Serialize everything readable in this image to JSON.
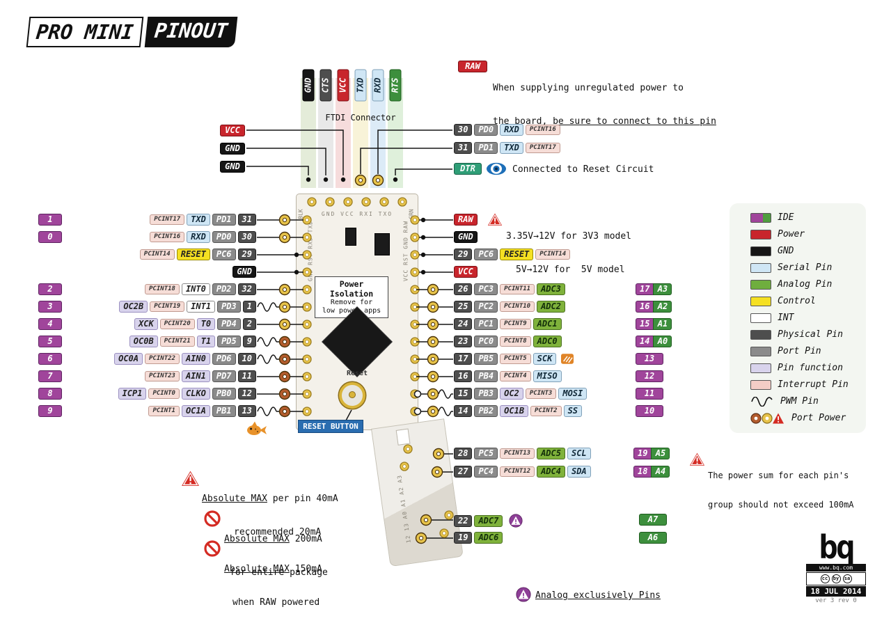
{
  "header": {
    "title_left": "PRO MINI",
    "title_right": "PINOUT"
  },
  "raw_note": {
    "badge": "RAW",
    "line1": "When supplying unregulated power to",
    "line2_prefix": "the board, ",
    "line2_underline": "be sure to connect to this pin"
  },
  "ftdi": {
    "connector_label": "FTDI Connector",
    "pins": [
      {
        "label": "GND",
        "kind": "gnd"
      },
      {
        "label": "CTS",
        "kind": "physical"
      },
      {
        "label": "VCC",
        "kind": "power"
      },
      {
        "label": "TXD",
        "kind": "serial"
      },
      {
        "label": "RXD",
        "kind": "serial"
      },
      {
        "label": "RTS",
        "kind": "analogdark"
      }
    ],
    "side_labels": [
      {
        "label": "VCC",
        "kind": "power"
      },
      {
        "label": "GND",
        "kind": "gnd"
      },
      {
        "label": "GND",
        "kind": "gnd"
      }
    ]
  },
  "top_right_rows": [
    {
      "badges": [
        [
          "30",
          "physical"
        ],
        [
          "PD0",
          "port"
        ],
        [
          "RXD",
          "serial"
        ],
        [
          "PCINT16",
          "interrupt"
        ]
      ]
    },
    {
      "badges": [
        [
          "31",
          "physical"
        ],
        [
          "PD1",
          "port"
        ],
        [
          "TXD",
          "serial"
        ],
        [
          "PCINT17",
          "interrupt"
        ]
      ]
    }
  ],
  "dtr_row": {
    "badge": "DTR",
    "note": "Connected to Reset Circuit"
  },
  "raw_voltage": [
    "3.35V→12V for 3V3 model",
    "5V→12V for  5V model"
  ],
  "board": {
    "blk": "BLK",
    "grn": "GRN",
    "top_silk": "GND VCC RXI TXO",
    "left_silk": "GND RST RXD TXD",
    "right_silk": "VCC RST GND RAW",
    "power_isolation": [
      "Power Isolation",
      "Remove for",
      "low power apps"
    ],
    "reset_label": "Reset",
    "reset_button": "RESET BUTTON",
    "ext_silk": "12 13 A0 A1 A2 A3"
  },
  "left_rows": [
    {
      "num": "1",
      "badges": [
        [
          "PCINT17",
          "interrupt"
        ],
        [
          "TXD",
          "serial"
        ],
        [
          "PD1",
          "port"
        ],
        [
          "31",
          "physical"
        ]
      ]
    },
    {
      "num": "0",
      "badges": [
        [
          "PCINT16",
          "interrupt"
        ],
        [
          "RXD",
          "serial"
        ],
        [
          "PD0",
          "port"
        ],
        [
          "30",
          "physical"
        ]
      ]
    },
    {
      "badges": [
        [
          "PCINT14",
          "interrupt"
        ],
        [
          "RESET",
          "control"
        ],
        [
          "PC6",
          "port"
        ],
        [
          "29",
          "physical"
        ]
      ]
    },
    {
      "badges": [
        [
          "GND",
          "gnd"
        ]
      ]
    },
    {
      "num": "2",
      "badges": [
        [
          "PCINT18",
          "interrupt"
        ],
        [
          "INT0",
          "int"
        ],
        [
          "PD2",
          "port"
        ],
        [
          "32",
          "physical"
        ]
      ]
    },
    {
      "num": "3",
      "pwm": true,
      "badges": [
        [
          "OC2B",
          "fn"
        ],
        [
          "PCINT19",
          "interrupt"
        ],
        [
          "INT1",
          "int"
        ],
        [
          "PD3",
          "port"
        ],
        [
          "1",
          "physical"
        ]
      ]
    },
    {
      "num": "4",
      "badges": [
        [
          "XCK",
          "fn"
        ],
        [
          "PCINT20",
          "interrupt"
        ],
        [
          "T0",
          "fn"
        ],
        [
          "PD4",
          "port"
        ],
        [
          "2",
          "physical"
        ]
      ]
    },
    {
      "num": "5",
      "pwm": true,
      "badges": [
        [
          "OC0B",
          "fn"
        ],
        [
          "PCINT21",
          "interrupt"
        ],
        [
          "T1",
          "fn"
        ],
        [
          "PD5",
          "port"
        ],
        [
          "9",
          "physical"
        ]
      ]
    },
    {
      "num": "6",
      "pwm": true,
      "badges": [
        [
          "OC0A",
          "fn"
        ],
        [
          "PCINT22",
          "interrupt"
        ],
        [
          "AIN0",
          "fn"
        ],
        [
          "PD6",
          "port"
        ],
        [
          "10",
          "physical"
        ]
      ]
    },
    {
      "num": "7",
      "badges": [
        [
          "PCINT23",
          "interrupt"
        ],
        [
          "AIN1",
          "fn"
        ],
        [
          "PD7",
          "port"
        ],
        [
          "11",
          "physical"
        ]
      ]
    },
    {
      "num": "8",
      "badges": [
        [
          "ICP1",
          "fn"
        ],
        [
          "PCINT0",
          "interrupt"
        ],
        [
          "CLKO",
          "fn"
        ],
        [
          "PB0",
          "port"
        ],
        [
          "12",
          "physical"
        ]
      ]
    },
    {
      "num": "9",
      "pwm": true,
      "badges": [
        [
          "PCINT1",
          "interrupt"
        ],
        [
          "OC1A",
          "fn"
        ],
        [
          "PB1",
          "port"
        ],
        [
          "13",
          "physical"
        ]
      ]
    }
  ],
  "right_rows": [
    {
      "badge": [
        "RAW",
        "power"
      ]
    },
    {
      "badge": [
        "GND",
        "gnd"
      ]
    },
    {
      "badges": [
        [
          "29",
          "physical"
        ],
        [
          "PC6",
          "port"
        ],
        [
          "RESET",
          "control"
        ],
        [
          "PCINT14",
          "interrupt"
        ]
      ]
    },
    {
      "badge": [
        "VCC",
        "power"
      ]
    },
    {
      "badges": [
        [
          "26",
          "physical"
        ],
        [
          "PC3",
          "port"
        ],
        [
          "PCINT11",
          "interrupt"
        ],
        [
          "ADC3",
          "analog"
        ]
      ],
      "far": [
        "17",
        "A3"
      ]
    },
    {
      "badges": [
        [
          "25",
          "physical"
        ],
        [
          "PC2",
          "port"
        ],
        [
          "PCINT10",
          "interrupt"
        ],
        [
          "ADC2",
          "analog"
        ]
      ],
      "far": [
        "16",
        "A2"
      ]
    },
    {
      "badges": [
        [
          "24",
          "physical"
        ],
        [
          "PC1",
          "port"
        ],
        [
          "PCINT9",
          "interrupt"
        ],
        [
          "ADC1",
          "analog"
        ]
      ],
      "far": [
        "15",
        "A1"
      ]
    },
    {
      "badges": [
        [
          "23",
          "physical"
        ],
        [
          "PC0",
          "port"
        ],
        [
          "PCINT8",
          "interrupt"
        ],
        [
          "ADC0",
          "analog"
        ]
      ],
      "far": [
        "14",
        "A0"
      ]
    },
    {
      "badges": [
        [
          "17",
          "physical"
        ],
        [
          "PB5",
          "port"
        ],
        [
          "PCINT5",
          "interrupt"
        ],
        [
          "SCK",
          "serial"
        ]
      ],
      "flame": true,
      "far": [
        "13",
        null
      ]
    },
    {
      "badges": [
        [
          "16",
          "physical"
        ],
        [
          "PB4",
          "port"
        ],
        [
          "PCINT4",
          "interrupt"
        ],
        [
          "MISO",
          "serial"
        ]
      ],
      "far": [
        "12",
        null
      ]
    },
    {
      "pwm": true,
      "badges": [
        [
          "15",
          "physical"
        ],
        [
          "PB3",
          "port"
        ],
        [
          "OC2",
          "fn"
        ],
        [
          "PCINT3",
          "interrupt"
        ],
        [
          "MOSI",
          "serial"
        ]
      ],
      "far": [
        "11",
        null
      ]
    },
    {
      "pwm": true,
      "badges": [
        [
          "14",
          "physical"
        ],
        [
          "PB2",
          "port"
        ],
        [
          "OC1B",
          "fn"
        ],
        [
          "PCINT2",
          "interrupt"
        ],
        [
          "SS",
          "serial"
        ]
      ],
      "far": [
        "10",
        null
      ]
    }
  ],
  "lower_rows": [
    {
      "badges": [
        [
          "28",
          "physical"
        ],
        [
          "PC5",
          "port"
        ],
        [
          "PCINT13",
          "interrupt"
        ],
        [
          "ADC5",
          "analog"
        ],
        [
          "SCL",
          "serial"
        ]
      ],
      "far": [
        "19",
        "A5"
      ]
    },
    {
      "badges": [
        [
          "27",
          "physical"
        ],
        [
          "PC4",
          "port"
        ],
        [
          "PCINT12",
          "interrupt"
        ],
        [
          "ADC4",
          "analog"
        ],
        [
          "SDA",
          "serial"
        ]
      ],
      "far": [
        "18",
        "A4"
      ]
    },
    {
      "badges": [
        [
          "22",
          "physical"
        ],
        [
          "ADC7",
          "analog"
        ]
      ],
      "warn": true,
      "far": [
        null,
        "A7"
      ]
    },
    {
      "badges": [
        [
          "19",
          "physical"
        ],
        [
          "ADC6",
          "analog"
        ]
      ],
      "far": [
        null,
        "A6"
      ]
    }
  ],
  "legend": {
    "items": [
      {
        "label": "IDE",
        "swatch": "ide"
      },
      {
        "label": "Power",
        "swatch": "power"
      },
      {
        "label": "GND",
        "swatch": "gnd"
      },
      {
        "label": "Serial Pin",
        "swatch": "serial"
      },
      {
        "label": "Analog Pin",
        "swatch": "analog"
      },
      {
        "label": "Control",
        "swatch": "control"
      },
      {
        "label": "INT",
        "swatch": "int"
      },
      {
        "label": "Physical Pin",
        "swatch": "physical"
      },
      {
        "label": "Port Pin",
        "swatch": "port"
      },
      {
        "label": "Pin function",
        "swatch": "fn"
      },
      {
        "label": "Interrupt Pin",
        "swatch": "interrupt"
      },
      {
        "label": "PWM Pin",
        "swatch": "pwm"
      },
      {
        "label": "Port Power",
        "swatch": "portpower"
      }
    ]
  },
  "notes": {
    "max_pin": {
      "u": "Absolute MAX",
      "rest": " per pin 40mA",
      "line2": "recommended 20mA"
    },
    "max_pkg": {
      "u": "Absolute MAX",
      "rest": " 200mA",
      "line2": "for entire package"
    },
    "max_raw": {
      "u": "Absolute MAX",
      "rest": " 150mA",
      "line2": "when RAW powered"
    },
    "power_sum": [
      "The power sum for each pin's",
      "group should not exceed 100mA"
    ],
    "analog_exclusive": "Analog exclusively Pins"
  },
  "footer": {
    "logo": "bq",
    "url": "www.bq.com",
    "license": "CC BY SA",
    "date": "18 JUL 2014",
    "version": "ver 3 rev 0"
  },
  "colors": {
    "ide_purple": "#a0459b",
    "ide_green": "#4f9d3f",
    "power_red": "#c8252c",
    "gnd_black": "#161616",
    "serial_blue": "#cfe6f5",
    "analog_green": "#7fb23b",
    "analog_dark_green": "#3d8f3d",
    "control_yellow": "#f5e022",
    "int_white": "#ffffff",
    "physical_gray": "#4e4e4e",
    "port_gray": "#8b8b8b",
    "pin_function_lavender": "#d8d3ec",
    "interrupt_pink": "#f6ddd7",
    "dtr_teal": "#2f9e77",
    "reset_button_blue": "#2a6db0",
    "pad_gold": "#e7c34a",
    "pad_brown": "#b35c2d",
    "warning_red": "#d42b23",
    "analog_warning_purple": "#8e3f97"
  }
}
